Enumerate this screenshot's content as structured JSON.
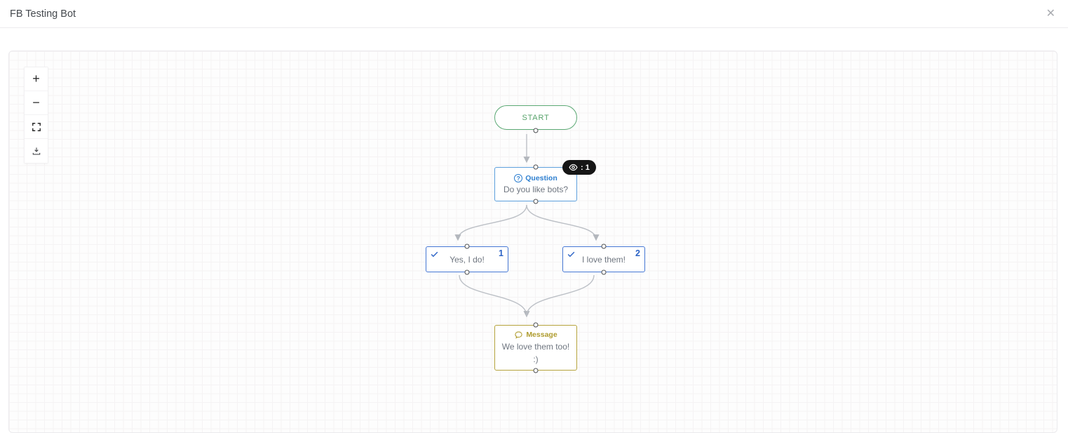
{
  "header": {
    "title": "FB Testing Bot",
    "close": "✕"
  },
  "zoom_controls": {
    "zoom_in": "+",
    "zoom_out": "−"
  },
  "flow": {
    "start": {
      "label": "START"
    },
    "question": {
      "type_label": "Question",
      "icon_glyph": "?",
      "text": "Do you like bots?",
      "views_label": ": 1",
      "views_count": "1"
    },
    "answers": [
      {
        "text": "Yes, I do!",
        "number": "1"
      },
      {
        "text": "I love them!",
        "number": "2"
      }
    ],
    "message": {
      "type_label": "Message",
      "lines": [
        "We love them too!",
        ":)"
      ]
    }
  },
  "colors": {
    "start_green": "#57a36b",
    "question_blue": "#2e7fd0",
    "answer_blue": "#2b63c6",
    "message_olive": "#af9c2f",
    "edge_gray": "#b8bcc2",
    "badge_bg": "#161616",
    "grid_line": "#f5f3f4"
  }
}
